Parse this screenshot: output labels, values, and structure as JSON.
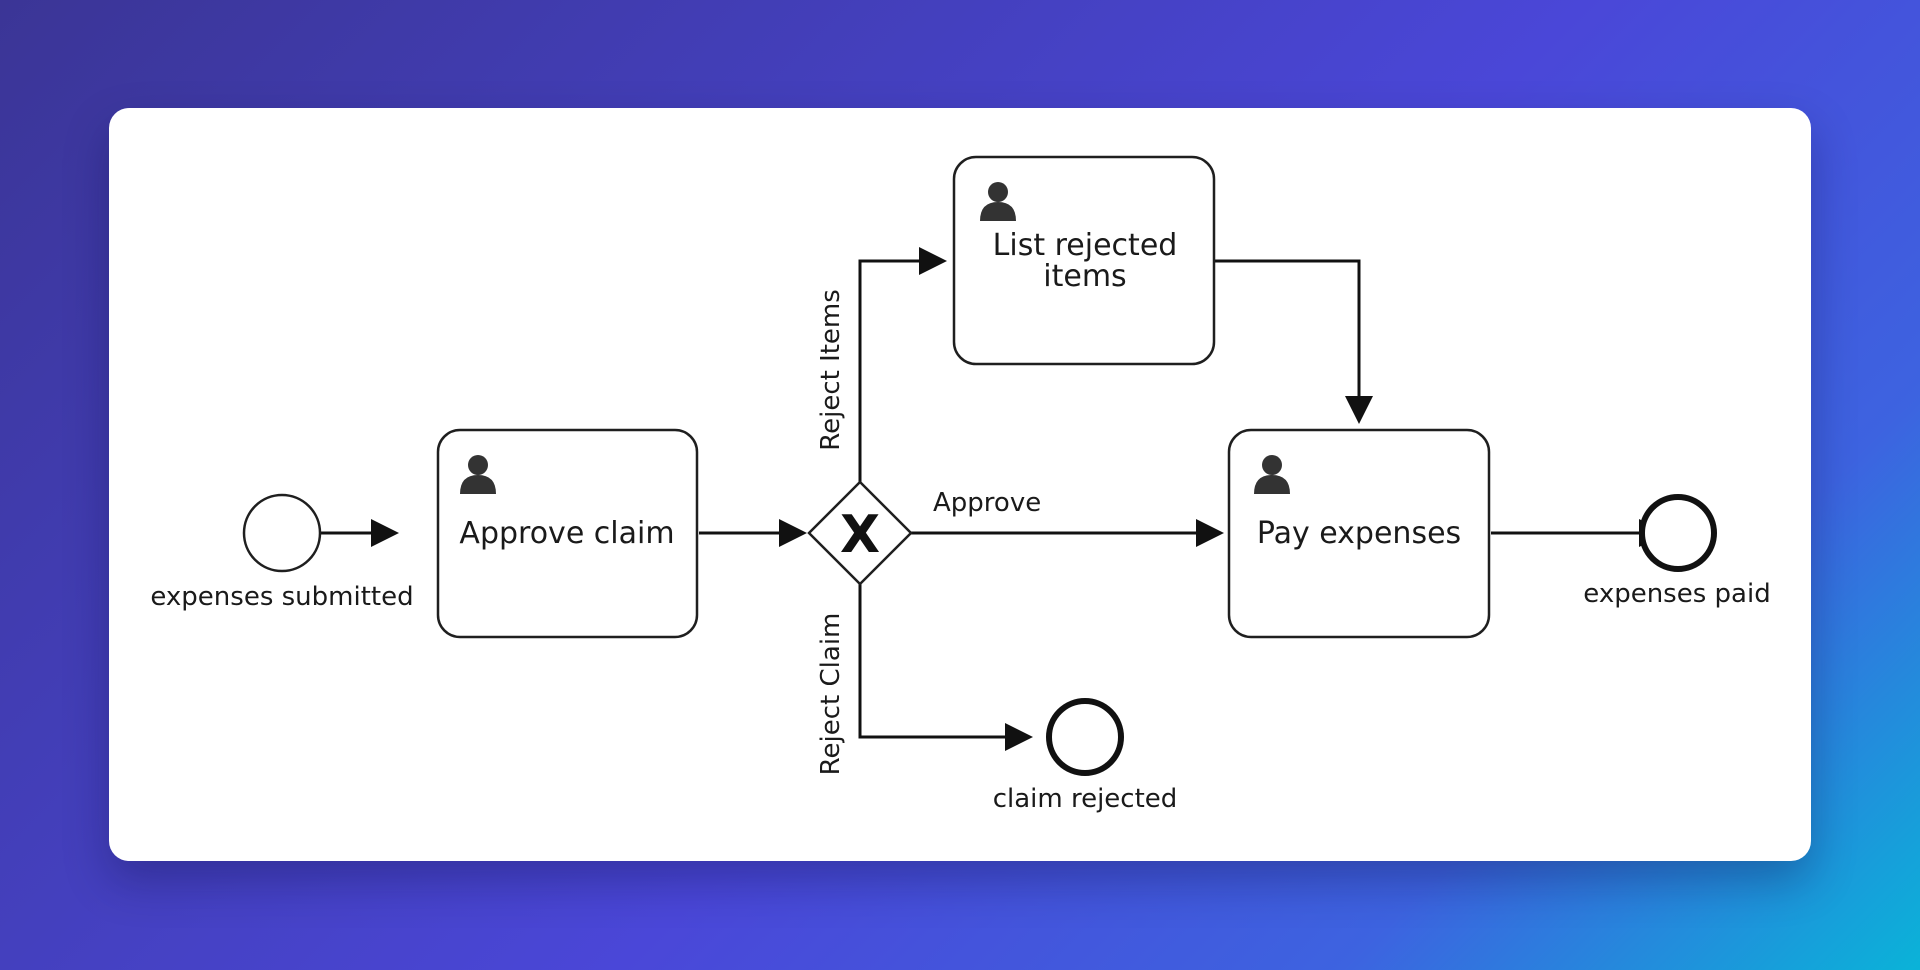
{
  "diagram": {
    "tasks": {
      "approve_claim": {
        "label": "Approve claim",
        "icon": "user-icon"
      },
      "list_rejected": {
        "label_line1": "List rejected",
        "label_line2": "items",
        "icon": "user-icon"
      },
      "pay_expenses": {
        "label": "Pay expenses",
        "icon": "user-icon"
      }
    },
    "events": {
      "start": {
        "label": "expenses submitted"
      },
      "end_paid": {
        "label": "expenses paid"
      },
      "end_rejected": {
        "label": "claim rejected"
      }
    },
    "gateway": {
      "symbol": "X",
      "icon": "exclusive-gateway-icon"
    },
    "flows": {
      "reject_items": "Reject Items",
      "approve": "Approve",
      "reject_claim": "Reject Claim"
    },
    "colors": {
      "background_start": "#3b3596",
      "background_end": "#0ab3d8",
      "card": "#ffffff",
      "stroke": "#111111",
      "user_icon": "#333333"
    }
  }
}
